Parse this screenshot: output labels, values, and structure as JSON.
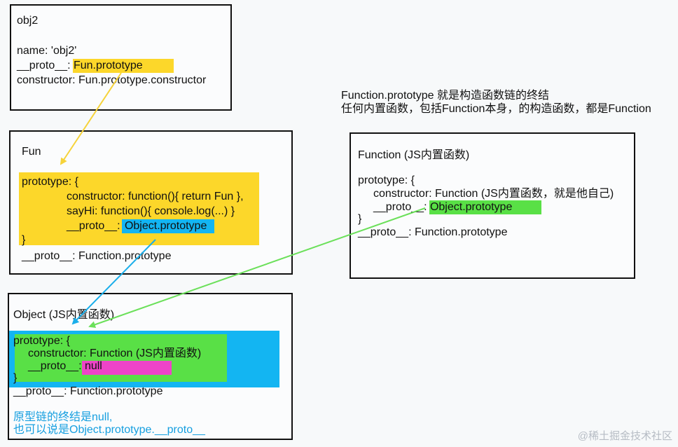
{
  "colors": {
    "yellow": "#fcd72a",
    "blue": "#13b5f2",
    "green": "#59e046",
    "magenta": "#ee44c8",
    "yellow_arrow": "#f6d33a",
    "blue_arrow": "#1aaeea",
    "green_arrow": "#6be05a",
    "note_blue": "#169fe0"
  },
  "obj2": {
    "title": "obj2",
    "name_line": "name: 'obj2'",
    "proto_key": "__proto__: ",
    "proto_val": "Fun.prototype",
    "constructor_line": "constructor: Fun.prototype.constructor"
  },
  "fun": {
    "title": "Fun",
    "prototype_open": "prototype: {",
    "constructor_line": "constructor: function(){ return Fun },",
    "sayhi_line": "sayHi: function(){ console.log(...) }",
    "proto_key": "__proto__: ",
    "proto_val": "Object.prototype",
    "close": "}",
    "proto_line": "__proto__: Function.prototype"
  },
  "note": {
    "line1": "Function.prototype 就是构造函数链的终结",
    "line2": "任何内置函数，包括Function本身，的构造函数，都是Function"
  },
  "function_box": {
    "title": "Function (JS内置函数)",
    "prototype_open": "prototype: {",
    "constructor_line": "constructor: Function (JS内置函数，就是他自己)",
    "proto_key": "__proto__: ",
    "proto_val": "Object.prototype",
    "close": "}",
    "proto_line": "__proto__: Function.prototype"
  },
  "object_box": {
    "title": "Object (JS内置函数)",
    "prototype_open": "prototype: {",
    "constructor_line": "constructor: Function (JS内置函数)",
    "proto_key": "__proto__: ",
    "proto_val": "null",
    "close": "}",
    "proto_line": "__proto__: Function.prototype",
    "note1": "原型链的终结是null,",
    "note2": "也可以说是Object.prototype.__proto__"
  },
  "watermark": "@稀土掘金技术社区"
}
